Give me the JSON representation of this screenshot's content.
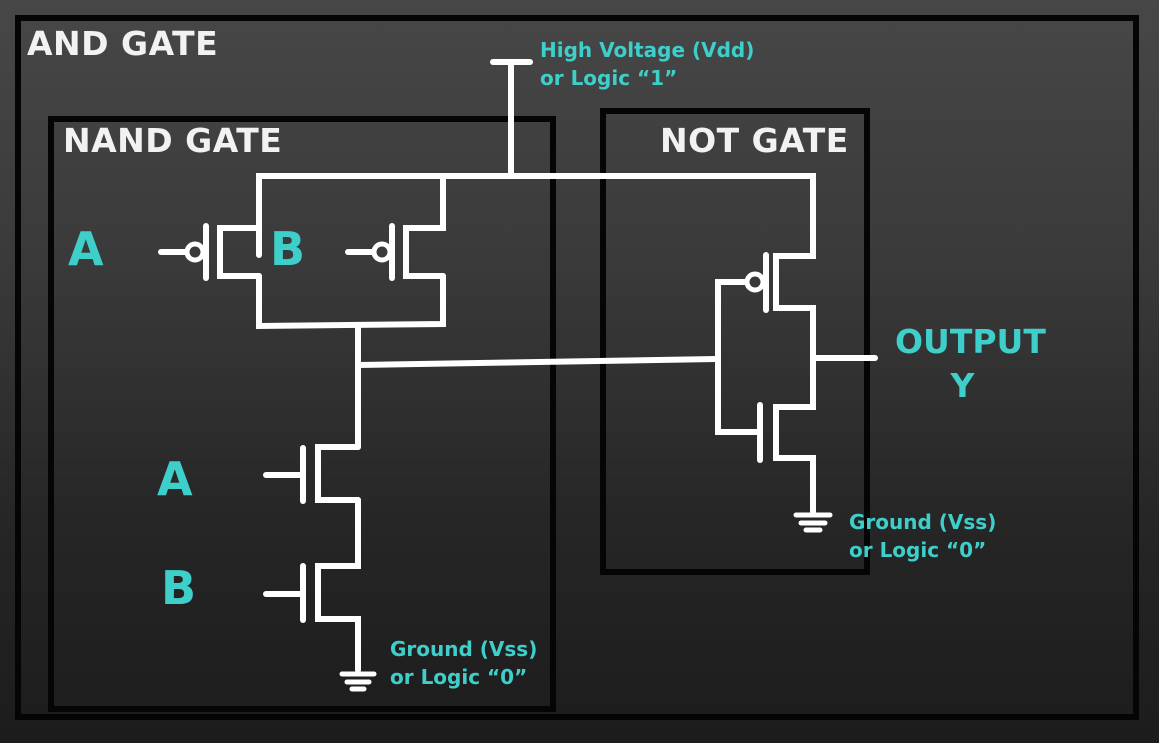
{
  "titles": {
    "and_gate": "AND GATE",
    "nand_gate": "NAND GATE",
    "not_gate": "NOT GATE"
  },
  "supply": {
    "line1": "High Voltage (Vdd)",
    "line2": "or Logic “1”"
  },
  "ground_nand": {
    "line1": "Ground (Vss)",
    "line2": "or Logic “0”"
  },
  "ground_not": {
    "line1": "Ground (Vss)",
    "line2": "or Logic “0”"
  },
  "inputs": {
    "pmos_a": "A",
    "pmos_b": "B",
    "nmos_a": "A",
    "nmos_b": "B"
  },
  "output": {
    "line1": "OUTPUT",
    "line2": "Y"
  },
  "colors": {
    "accent": "#3fcfcb",
    "wire": "#ffffff",
    "frame": "#050505"
  }
}
